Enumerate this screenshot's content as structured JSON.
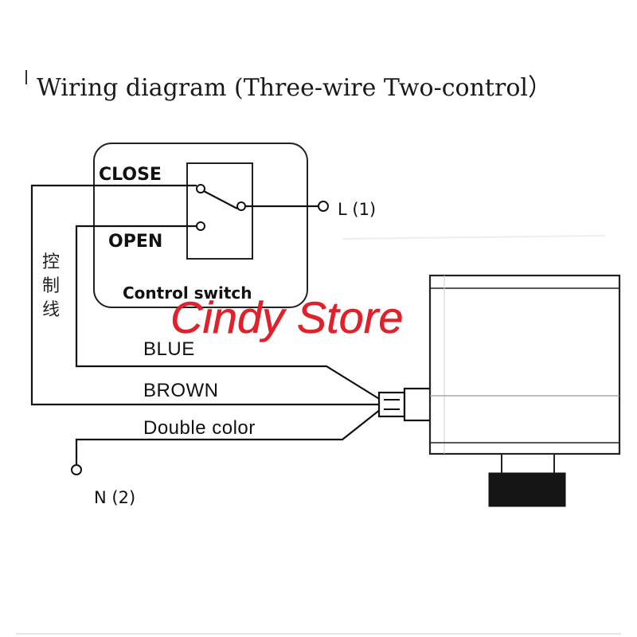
{
  "title": "Wiring diagram (Three-wire Two-control）",
  "switch": {
    "close_label": "CLOSE",
    "open_label": "OPEN",
    "name": "Control switch"
  },
  "terminals": {
    "live": "L (1)",
    "neutral": "N (2)"
  },
  "control_wire_label": [
    "控",
    "制",
    "线"
  ],
  "wires": {
    "blue": "BLUE",
    "brown": "BROWN",
    "double": "Double color"
  },
  "watermark": "Cindy Store",
  "colors": {
    "watermark": "#e0202a",
    "line": "#111111"
  }
}
